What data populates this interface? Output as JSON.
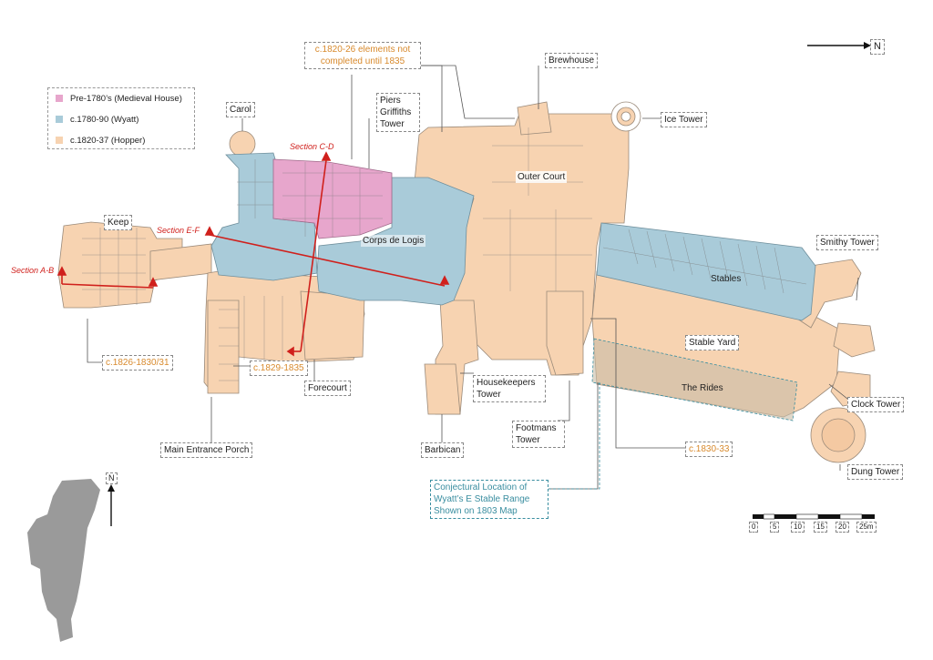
{
  "legend": [
    {
      "label": "Pre-1780’s (Medieval House)",
      "color": "#e7a6cc"
    },
    {
      "label": "c.1780-90 (Wyatt)",
      "color": "#a9cbd9"
    },
    {
      "label": "c.1820-37 (Hopper)",
      "color": "#f7d3b1"
    }
  ],
  "north_label": "N",
  "labels": {
    "c1820_26": "c.1820-26 elements not completed until 1835",
    "brewhouse": "Brewhouse",
    "ice_tower": "Ice Tower",
    "carol": "Carol",
    "piers_griffiths": "Piers Griffiths Tower",
    "keep": "Keep",
    "outer_court": "Outer Court",
    "corps_de_logis": "Corps de Logis",
    "smithy_tower": "Smithy Tower",
    "stables": "Stables",
    "stable_yard": "Stable Yard",
    "the_rides": "The Rides",
    "clock_tower": "Clock Tower",
    "dung_tower": "Dung Tower",
    "c1826": "c.1826-1830/31",
    "c1829": "c.1829-1835",
    "forecourt": "Forecourt",
    "housekeepers": "Housekeepers Tower",
    "footmans": "Footmans Tower",
    "barbican": "Barbican",
    "c1830_33": "c.1830-33",
    "main_entrance": "Main Entrance Porch",
    "conjectural": "Conjectural Location of Wyatt’s E Stable Range Shown on 1803 Map"
  },
  "sections": {
    "ab": "Section A-B",
    "cd": "Section C-D",
    "ef": "Section E-F"
  },
  "scale": {
    "ticks": [
      "0",
      "5",
      "10",
      "15",
      "20",
      "25m"
    ]
  },
  "locator_north": "N"
}
